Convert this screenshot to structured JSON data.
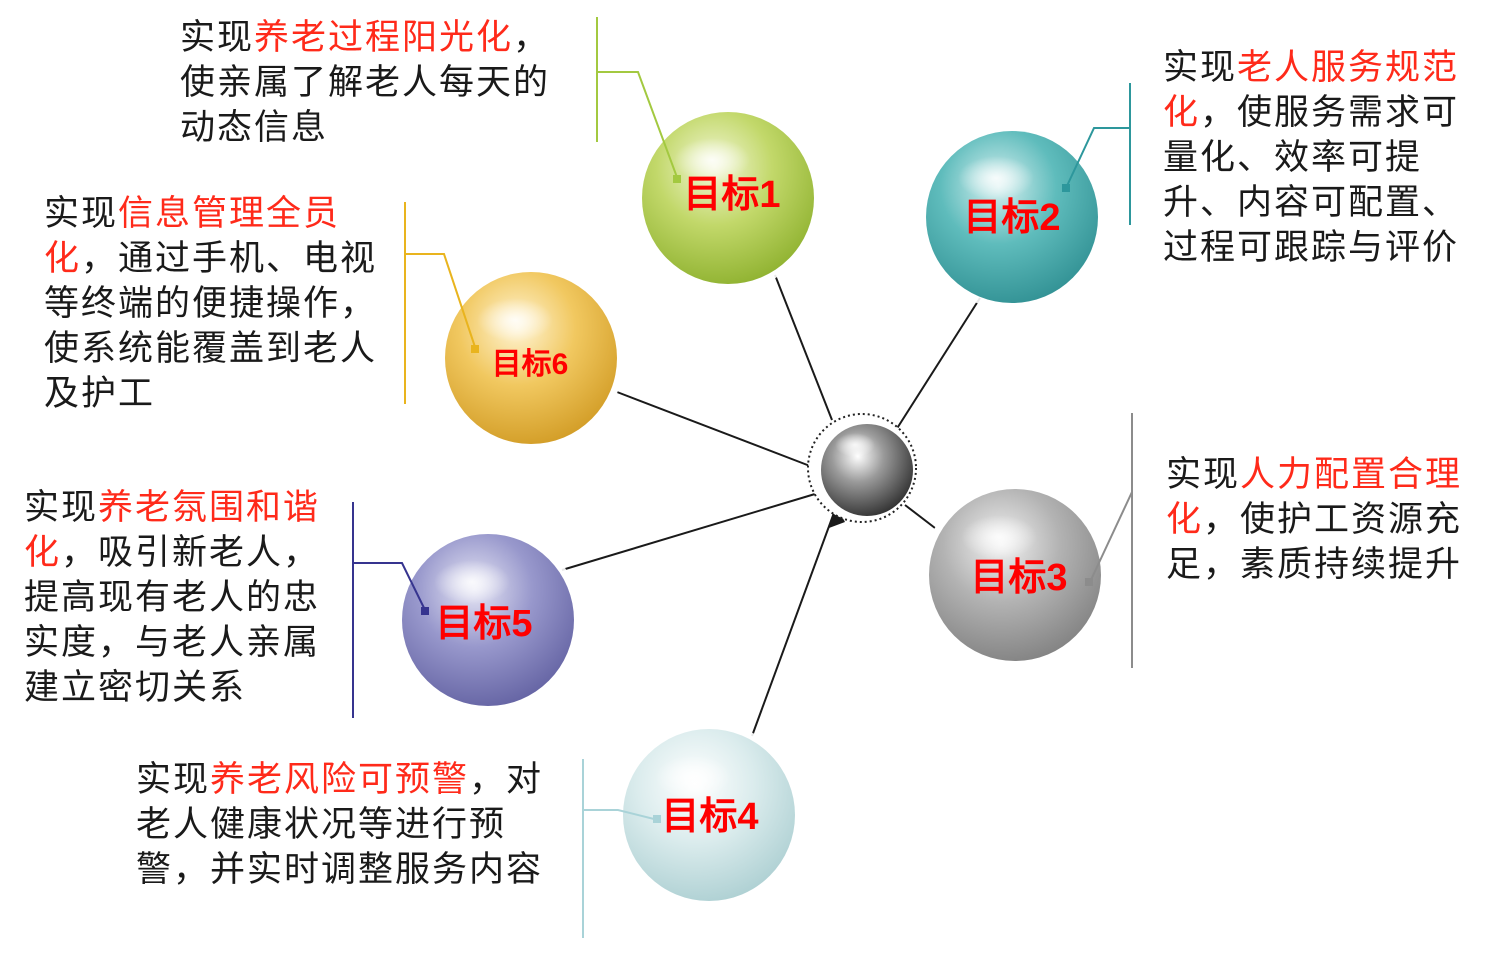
{
  "center_node": {
    "icon": "sphere-icon"
  },
  "goals": [
    {
      "label": "目标1",
      "prefix": "实现",
      "highlight": "养老过程阳光化",
      "rest": "，使亲属了解老人每天的动态信息",
      "color": "#a9c84a"
    },
    {
      "label": "目标2",
      "prefix": "实现",
      "highlight": "老人服务规范化",
      "rest": "，使服务需求可量化、效率可提升、内容可配置、过程可跟踪与评价",
      "color": "#4aa9ab"
    },
    {
      "label": "目标3",
      "prefix": "实现",
      "highlight": "人力配置合理化",
      "rest": "，使护工资源充足，素质持续提升",
      "color": "#9e9e9e"
    },
    {
      "label": "目标4",
      "prefix": "实现",
      "highlight": "养老风险可预警",
      "rest": "，对老人健康状况等进行预警，并实时调整服务内容",
      "color": "#c7e1e3"
    },
    {
      "label": "目标5",
      "prefix": "实现",
      "highlight": "养老氛围和谐化",
      "rest": "，吸引新老人，提高现有老人的忠实度，与老人亲属建立密切关系",
      "color": "#7e7dbb"
    },
    {
      "label": "目标6",
      "prefix": "实现",
      "highlight": "信息管理全员化",
      "rest": "，通过手机、电视等终端的便捷操作，使系统能覆盖到老人及护工",
      "color": "#e9b63a"
    }
  ]
}
